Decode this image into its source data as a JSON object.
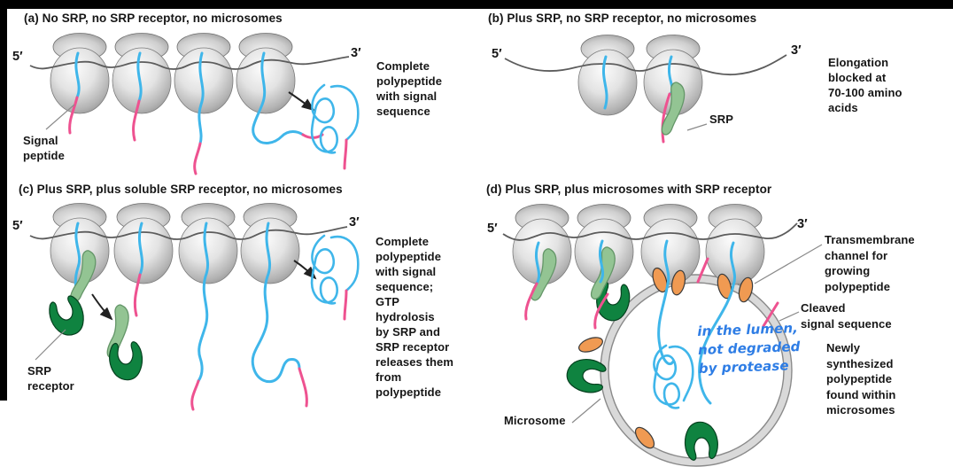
{
  "figure": {
    "colors": {
      "polypeptide_blue": "#3fb6ea",
      "signal_pink": "#ee5290",
      "srp_light_green": "#93c493",
      "receptor_dark_green": "#0f8340",
      "channel_orange": "#f09a52",
      "membrane_gray": "#d9d9d9",
      "handwriting_blue": "#2e7de5"
    },
    "panels": [
      {
        "id": "a",
        "title": "(a) No SRP, no SRP receptor, no microsomes",
        "five_prime": "5′",
        "three_prime": "3′",
        "labels": {
          "signal_peptide": "Signal\npeptide",
          "side_note": "Complete\npolypeptide\nwith signal\nsequence"
        }
      },
      {
        "id": "b",
        "title": "(b) Plus SRP, no SRP receptor, no microsomes",
        "five_prime": "5′",
        "three_prime": "3′",
        "labels": {
          "srp": "SRP",
          "side_note": "Elongation\nblocked at\n70-100 amino\nacids"
        }
      },
      {
        "id": "c",
        "title": "(c) Plus SRP, plus soluble SRP receptor, no microsomes",
        "five_prime": "5′",
        "three_prime": "3′",
        "labels": {
          "srp_receptor": "SRP\nreceptor",
          "side_note": "Complete\npolypeptide\nwith signal\nsequence;\nGTP\nhydrolosis\nby SRP and\nSRP receptor\nreleases them\nfrom\npolypeptide"
        }
      },
      {
        "id": "d",
        "title": "(d) Plus SRP, plus microsomes with SRP receptor",
        "five_prime": "5′",
        "three_prime": "3′",
        "labels": {
          "transmembrane_channel": "Transmembrane\nchannel for\ngrowing\npolypeptide",
          "cleaved_signal": "Cleaved\nsignal sequence",
          "newly_synthesized": "Newly\nsynthesized\npolypeptide\nfound within\nmicrosomes",
          "microsome": "Microsome",
          "handwritten_note": "in the lumen,\nnot degraded\nby protease"
        }
      }
    ]
  }
}
